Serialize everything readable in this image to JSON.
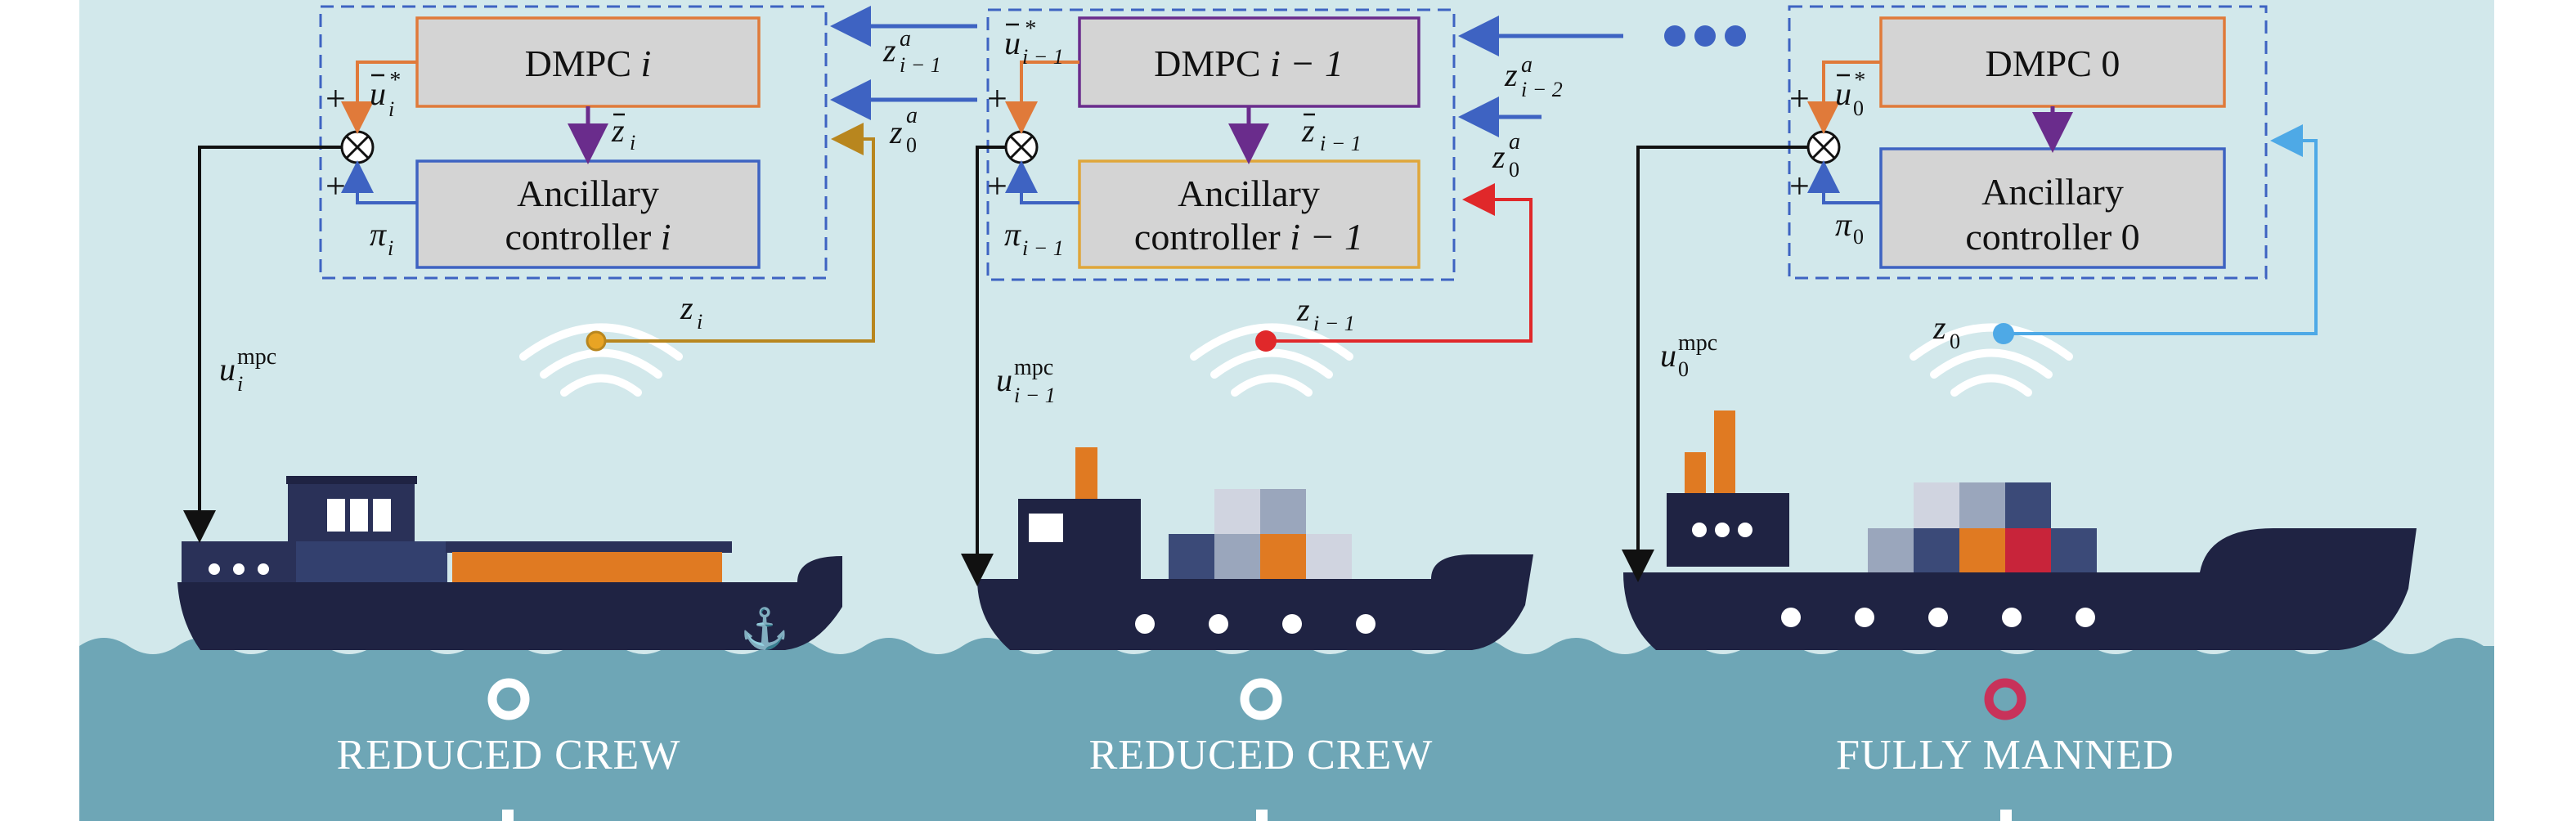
{
  "colors": {
    "sky": "#d2e8eb",
    "sea": "#6ea6b6",
    "hull": "#1f2343",
    "dmpc_i_border": "#e07a3a",
    "dmpc_i1_border": "#6a2c8c",
    "dmpc_0_border": "#e07a3a",
    "ancillary_border": "#3e63c2",
    "ancillary_i1_border": "#e0a63a",
    "arrow_blue": "#3e63c2",
    "arrow_purple": "#6a2c8c",
    "arrow_orange": "#e07a3a",
    "arrow_gold": "#b8861e",
    "arrow_red": "#e0282a",
    "arrow_light_blue": "#4ea9e6",
    "ring_red": "#c8325a"
  },
  "blocks": {
    "dmpc_i": {
      "name": "DMPC",
      "index": "i"
    },
    "ancillary_i": {
      "line1": "Ancillary",
      "line2_prefix": "controller",
      "index": "i"
    },
    "dmpc_i1": {
      "name": "DMPC",
      "index": "i − 1"
    },
    "ancillary_i1": {
      "line1": "Ancillary",
      "line2_prefix": "controller",
      "index": "i − 1"
    },
    "dmpc_0": {
      "name": "DMPC 0"
    },
    "ancillary_0": {
      "line1": "Ancillary",
      "line2": "controller 0"
    }
  },
  "signals": {
    "u_bar_star_i": {
      "base": "u",
      "sup": "*",
      "sub": "i"
    },
    "z_bar_i": {
      "base": "z",
      "sub": "i"
    },
    "pi_i": {
      "base": "π",
      "sub": "i"
    },
    "z_a_i1_in": {
      "base": "z",
      "sup": "a",
      "sub": "i − 1"
    },
    "z_0_a_in_i": {
      "base": "z",
      "sup": "a",
      "sub": "0"
    },
    "z_i_feedback": {
      "base": "z",
      "sub": "i"
    },
    "u_mpc_i": {
      "base": "u",
      "sup": "mpc",
      "sub": "i"
    },
    "u_bar_star_i1": {
      "base": "u",
      "sup": "*",
      "sub": "i − 1"
    },
    "z_bar_i1": {
      "base": "z",
      "sub": "i − 1"
    },
    "pi_i1": {
      "base": "π",
      "sub": "i − 1"
    },
    "z_a_i2_in": {
      "base": "z",
      "sup": "a",
      "sub": "i − 2"
    },
    "z_0_a_in_i1": {
      "base": "z",
      "sup": "a",
      "sub": "0"
    },
    "z_i1_feedback": {
      "base": "z",
      "sub": "i − 1"
    },
    "u_mpc_i1": {
      "base": "u",
      "sup": "mpc",
      "sub": "i − 1"
    },
    "u_bar_star_0": {
      "base": "u",
      "sup": "*",
      "sub": "0"
    },
    "pi_0": {
      "base": "π",
      "sub": "0"
    },
    "z_0_feedback": {
      "base": "z",
      "sub": "0"
    },
    "u_mpc_0": {
      "base": "u",
      "sup": "mpc",
      "sub": "0"
    }
  },
  "summing_sign": "+",
  "ships": [
    {
      "label": "REDUCED CREW",
      "ring": "white"
    },
    {
      "label": "REDUCED CREW",
      "ring": "white"
    },
    {
      "label": "FULLY MANNED",
      "ring": "red"
    }
  ]
}
